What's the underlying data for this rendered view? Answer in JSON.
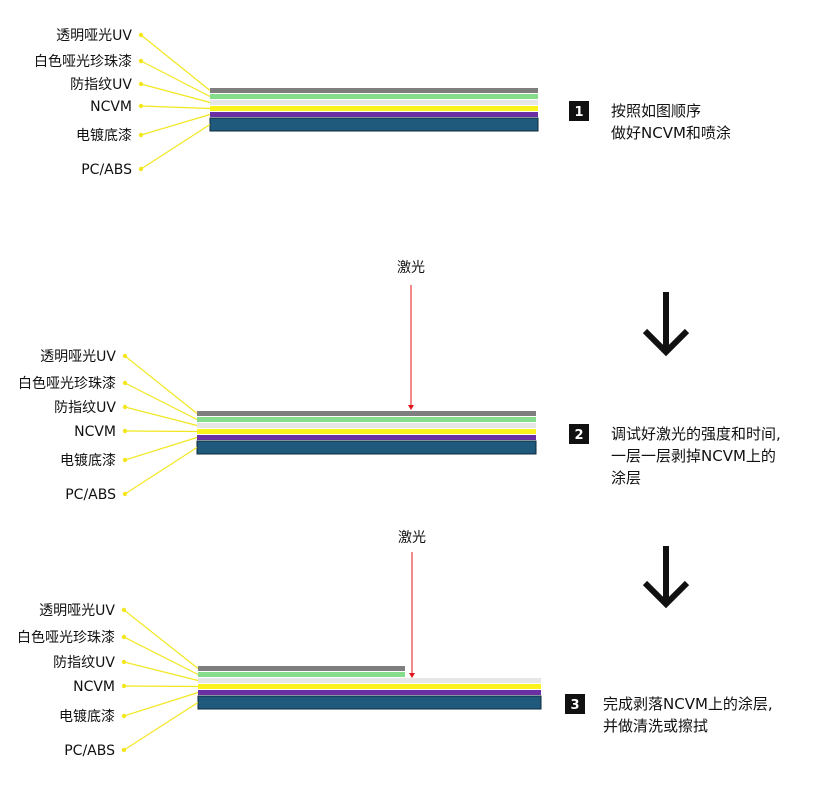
{
  "colors": {
    "leader_line": "#f2e71f",
    "laser_line": "#e3141b",
    "badge_bg": "#111111",
    "layer_clear_uv": "#7e7e7e",
    "layer_white_matte": "#85dc8b",
    "layer_fingerprint_uv": "#e6e6e6",
    "layer_ncvm": "#fcf21e",
    "layer_plating_base": "#6a2fa3",
    "layer_substrate": "#1f5a7c"
  },
  "layer_labels": [
    "透明哑光UV",
    "白色哑光珍珠漆",
    "防指纹UV",
    "NCVM",
    "电镀底漆",
    "PC/ABS"
  ],
  "laser_label": "激光",
  "steps": [
    {
      "number": "1",
      "lines": [
        "按照如图顺序",
        "做好NCVM和喷涂"
      ]
    },
    {
      "number": "2",
      "lines": [
        "调试好激光的强度和时间,",
        "一层一层剥掉NCVM上的",
        "涂层"
      ]
    },
    {
      "number": "3",
      "lines": [
        "完成剥落NCVM上的涂层,",
        "并做清洗或擦拭"
      ]
    }
  ],
  "arrow_icon": "down-arrow-icon"
}
